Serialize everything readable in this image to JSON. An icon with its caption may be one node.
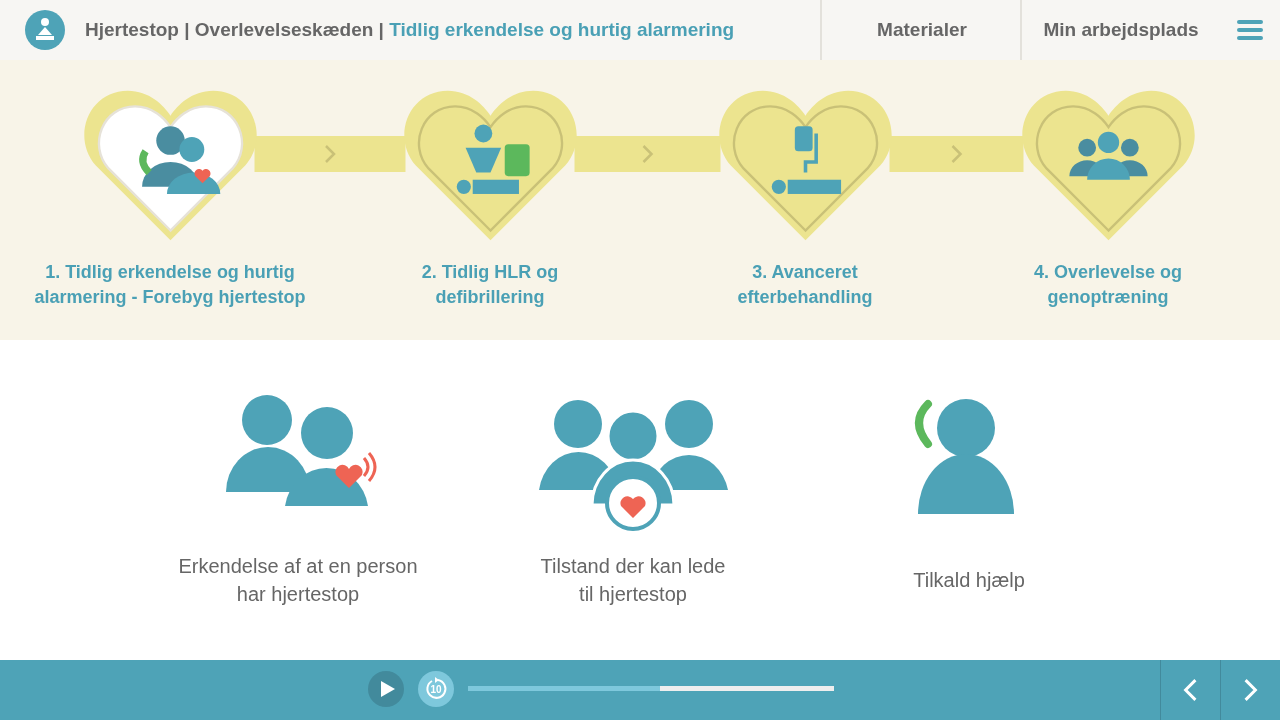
{
  "diagram": {
    "nodes": [
      {
        "text": [
          "1. Tidlig erkendelse og hurtig alarmering - Forebyg hjertestop"
        ]
      },
      {
        "text": [
          "2. Tidlig HLR og defibrillering"
        ]
      },
      {
        "text": [
          "3. Avanceret efterbehandling"
        ]
      },
      {
        "text": [
          "4. Overlevelse og genoptræning"
        ]
      }
    ],
    "edges": [
      {
        "from": 0,
        "to": 1,
        "arrow": "to"
      },
      {
        "from": 1,
        "to": 2,
        "arrow": "to"
      },
      {
        "from": 2,
        "to": 3,
        "arrow": "to"
      }
    ],
    "labels": [
      "Hjertestop | Overlevelseskæden |",
      "Tidlig erkendelse og hurtig alarmering",
      "Materialer",
      "Min arbejdsplads",
      "Erkendelse af at en person har hjertestop",
      "Tilstand der kan lede til hjertestop",
      "Tilkald hjælp",
      "10"
    ]
  }
}
